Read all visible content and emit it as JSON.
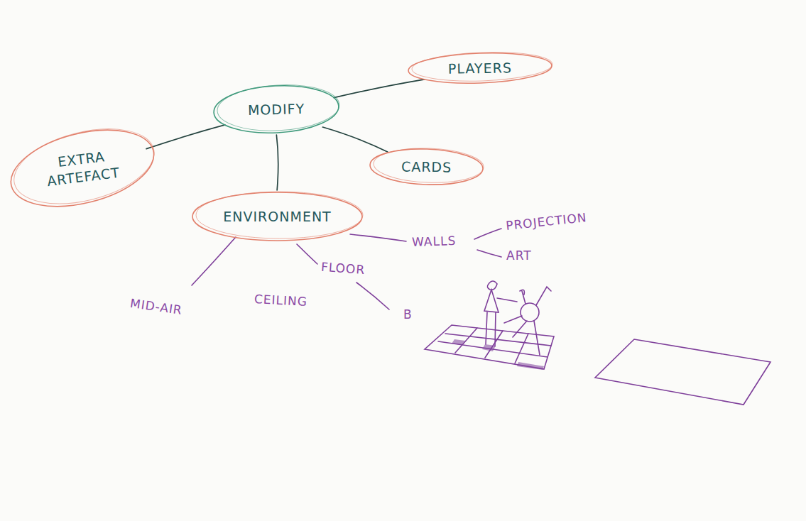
{
  "diagram": {
    "nodes": [
      {
        "text": [
          "MODIFY"
        ]
      },
      {
        "text": [
          "PLAYERS"
        ]
      },
      {
        "text": [
          "EXTRA ARTEFACT"
        ]
      },
      {
        "text": [
          "CARDS"
        ]
      },
      {
        "text": [
          "ENVIRONMENT"
        ]
      }
    ],
    "edges": [
      {
        "from": 0,
        "to": 1,
        "arrow": "none"
      },
      {
        "from": 0,
        "to": 2,
        "arrow": "none"
      },
      {
        "from": 0,
        "to": 3,
        "arrow": "none"
      },
      {
        "from": 0,
        "to": 4,
        "arrow": "none"
      }
    ],
    "labels": [
      "WALLS",
      "PROJECTION",
      "ART",
      "MID-AIR",
      "CEILING",
      "FLOOR",
      "B"
    ]
  }
}
